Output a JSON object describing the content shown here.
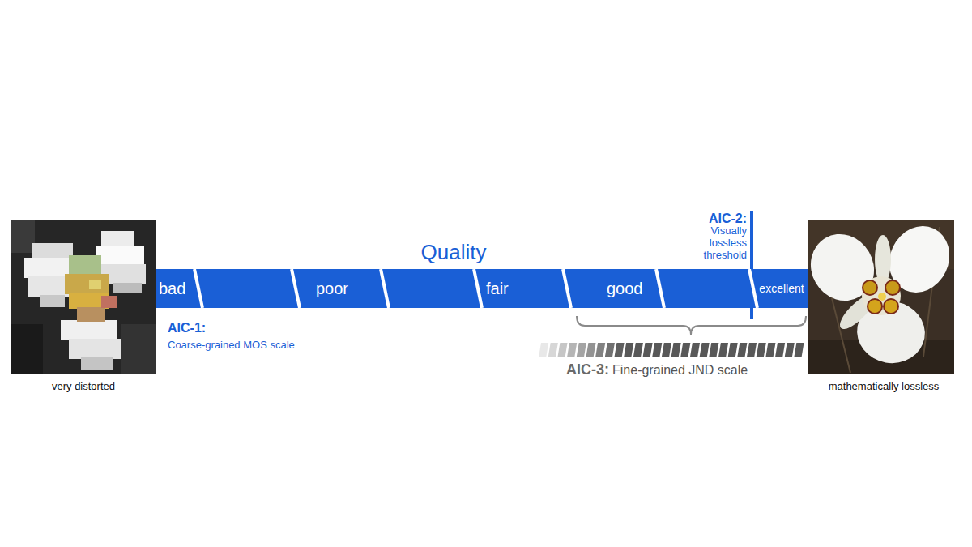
{
  "diagram": {
    "nodes": [
      {
        "text": [
          "Quality"
        ]
      },
      {
        "text": [
          "bad"
        ],
        "in": 0
      },
      {
        "text": [
          "poor"
        ],
        "in": 0
      },
      {
        "text": [
          "fair"
        ],
        "in": 0
      },
      {
        "text": [
          "good"
        ],
        "in": 0
      },
      {
        "text": [
          "excellent"
        ],
        "in": 0
      }
    ],
    "labels": [
      "AIC-2:",
      "Visually lossless threshold",
      "AIC-1:",
      "Coarse-grained MOS scale",
      "AIC-3:",
      "Fine-grained JND scale",
      "very distorted",
      "mathematically lossless"
    ]
  }
}
